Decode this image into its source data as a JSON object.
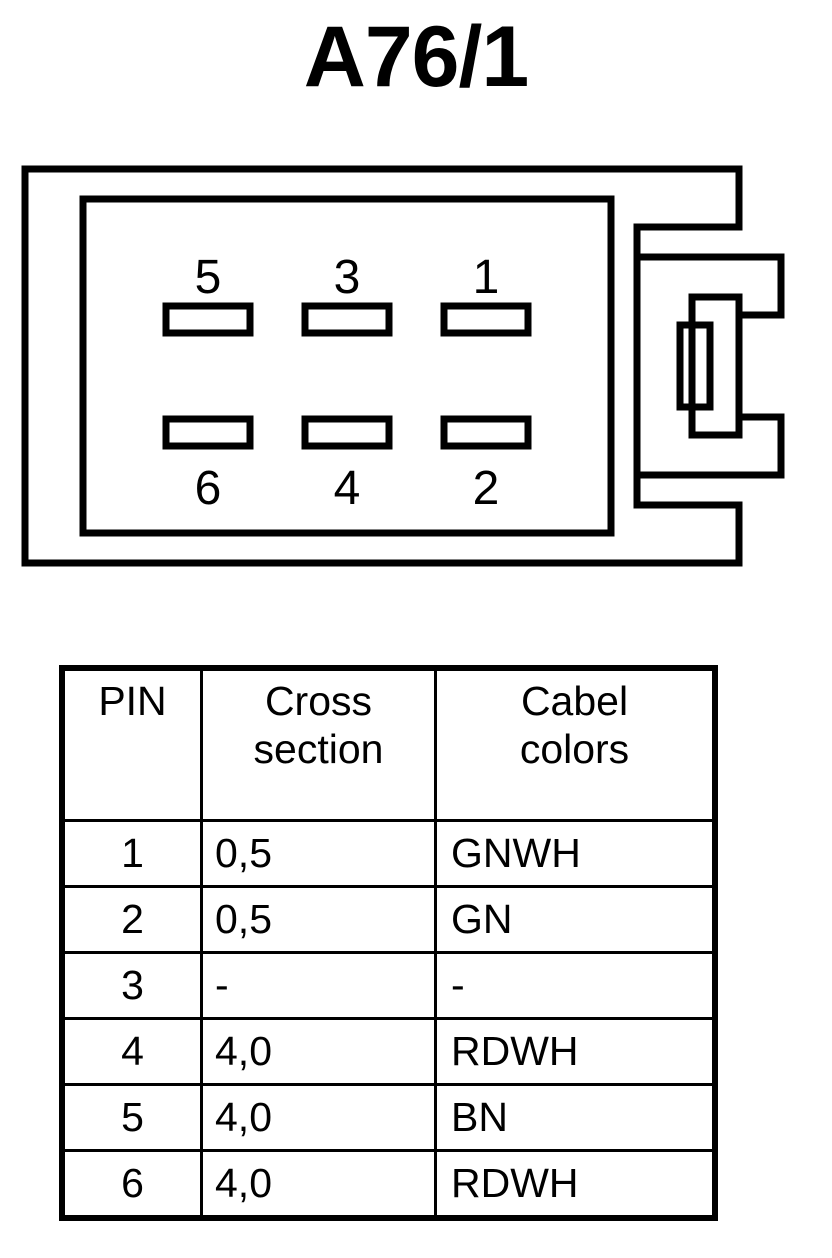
{
  "title": "A76/1",
  "connector": {
    "pin_labels_top": [
      "5",
      "3",
      "1"
    ],
    "pin_labels_bottom": [
      "6",
      "4",
      "2"
    ],
    "slot_count": 6,
    "stroke_color": "#000000",
    "fill_color": "#ffffff"
  },
  "table": {
    "headers": {
      "pin": "PIN",
      "cross_line1": "Cross",
      "cross_line2": "section",
      "colors_line1": "Cabel",
      "colors_line2": "colors"
    },
    "rows": [
      {
        "pin": "1",
        "cross_section": "0,5",
        "cable_colors": "GNWH"
      },
      {
        "pin": "2",
        "cross_section": "0,5",
        "cable_colors": "GN"
      },
      {
        "pin": "3",
        "cross_section": "-",
        "cable_colors": "-"
      },
      {
        "pin": "4",
        "cross_section": "4,0",
        "cable_colors": "RDWH"
      },
      {
        "pin": "5",
        "cross_section": "4,0",
        "cable_colors": "BN"
      },
      {
        "pin": "6",
        "cross_section": "4,0",
        "cable_colors": "RDWH"
      }
    ]
  }
}
